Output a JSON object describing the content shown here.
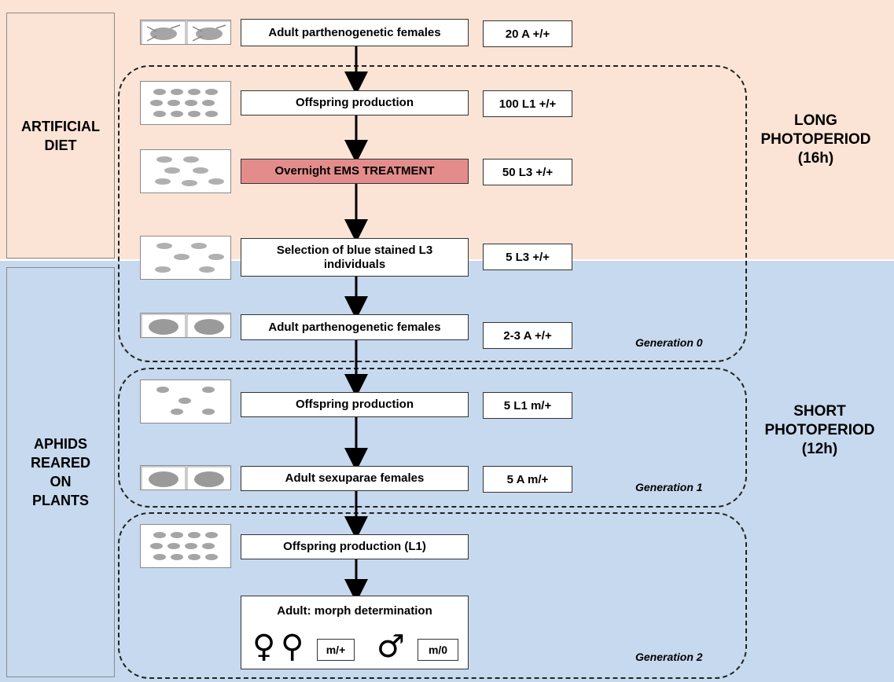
{
  "regions": {
    "top_box_label": "ARTIFICIAL\nDIET",
    "bottom_box_label": "APHIDS\nREARED\nON\nPLANTS",
    "long_photoperiod": "LONG\nPHOTOPERIOD\n(16h)",
    "short_photoperiod": "SHORT\nPHOTOPERIOD\n(12h)"
  },
  "generations": [
    "Generation 0",
    "Generation 1",
    "Generation 2"
  ],
  "steps": [
    {
      "label": "Adult parthenogenetic females",
      "count": "20 A +/+"
    },
    {
      "label": "Offspring production",
      "count": "100 L1 +/+"
    },
    {
      "label": "Overnight EMS TREATMENT",
      "count": "50 L3 +/+"
    },
    {
      "label": "Selection of blue stained L3\nindividuals",
      "count": "5 L3 +/+"
    },
    {
      "label": "Adult parthenogenetic females",
      "count": "2-3 A +/+"
    },
    {
      "label": "Offspring production",
      "count": "5 L1 m/+"
    },
    {
      "label": "Adult sexuparae females",
      "count": "5 A m/+"
    },
    {
      "label": "Offspring production (L1)",
      "count": ""
    }
  ],
  "final": {
    "title": "Adult: morph determination",
    "female_symbol": "♀",
    "female_symbol_2": "⚲",
    "female_genotype": "m/+",
    "male_symbol": "♂",
    "male_genotype": "m/0"
  },
  "colors": {
    "long_photoperiod_bg": "#fbe4d5",
    "short_photoperiod_bg": "#c6d9ee",
    "ems_highlight": "#e48c8c"
  }
}
